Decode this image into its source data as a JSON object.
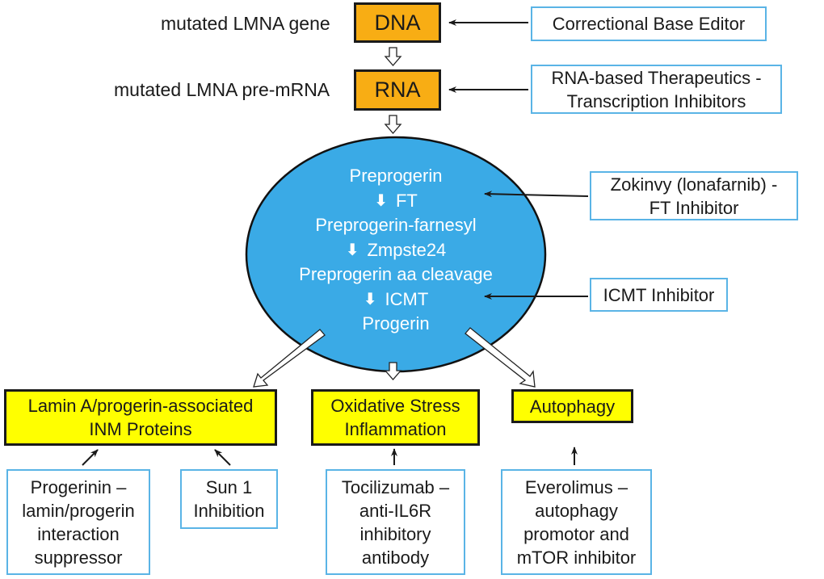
{
  "genome_level": {
    "dna": {
      "label": "DNA",
      "caption": "mutated LMNA gene",
      "therapy": "Correctional Base Editor"
    },
    "rna": {
      "label": "RNA",
      "caption": "mutated LMNA pre-mRNA",
      "therapy_lines": [
        "RNA-based Therapeutics -",
        "Transcription Inhibitors"
      ]
    }
  },
  "processing": {
    "steps": [
      {
        "type": "product",
        "text": "Preprogerin"
      },
      {
        "type": "enzyme",
        "text": "FT"
      },
      {
        "type": "product",
        "text": "Preprogerin-farnesyl"
      },
      {
        "type": "enzyme",
        "text": "Zmpste24"
      },
      {
        "type": "product",
        "text": "Preprogerin aa cleavage"
      },
      {
        "type": "enzyme",
        "text": "ICMT"
      },
      {
        "type": "product",
        "text": "Progerin"
      }
    ],
    "down_arrow_glyph": "⬇",
    "inhibitors": [
      {
        "lines": [
          "Zokinvy (lonafarnib) -",
          "FT Inhibitor"
        ]
      },
      {
        "lines": [
          "ICMT Inhibitor"
        ]
      }
    ]
  },
  "outcomes": [
    {
      "lines": [
        "Lamin A/progerin-associated",
        "INM Proteins"
      ]
    },
    {
      "lines": [
        "Oxidative Stress",
        "Inflammation"
      ]
    },
    {
      "lines": [
        "Autophagy"
      ]
    }
  ],
  "treatments": [
    {
      "lines": [
        "Progerinin –",
        "lamin/progerin",
        "interaction",
        "suppressor"
      ]
    },
    {
      "lines": [
        "Sun 1",
        "Inhibition"
      ]
    },
    {
      "lines": [
        "Tocilizumab –",
        "anti-IL6R",
        "inhibitory",
        "antibody"
      ]
    },
    {
      "lines": [
        "Everolimus –",
        "autophagy",
        "promotor and",
        "mTOR inhibitor"
      ]
    }
  ],
  "colors": {
    "orange_box": "#f8ad14",
    "yellow_box": "#ffff00",
    "ellipse": "#3aaae6",
    "therapy_border": "#5ab4e6"
  }
}
